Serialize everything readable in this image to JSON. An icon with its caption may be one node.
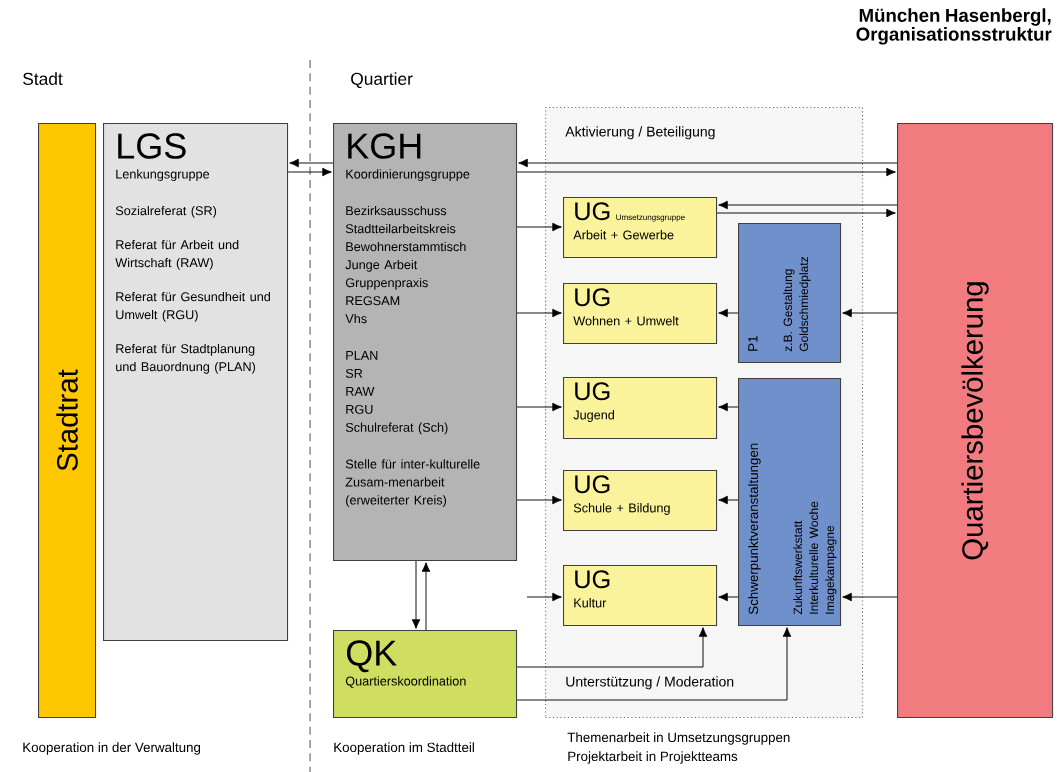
{
  "diagram": {
    "title": "München Hasenbergl, Organisationsstruktur",
    "nodes": [
      {
        "text": [
          "Stadtrat"
        ]
      },
      {
        "text": [
          "LGS",
          "Lenkungsgruppe",
          "Sozialreferat (SR)",
          "Referat für Arbeit und Wirtschaft (RAW)",
          "Referat für Gesundheit und Umwelt (RGU)",
          "Referat für Stadtplanung und Bauordnung (PLAN)"
        ]
      },
      {
        "text": [
          "KGH",
          "Koordinierungsgruppe",
          "Bezirksausschuss",
          "Stadtteilarbeitskreis",
          "Bewohnerstammtisch",
          "Junge Arbeit",
          "Gruppenpraxis",
          "REGSAM",
          "Vhs",
          "PLAN",
          "SR",
          "RAW",
          "RGU",
          "Schulreferat (Sch)",
          "Stelle für inter-kulturelle Zusam-menarbeit (erweiterter Kreis)"
        ]
      },
      {
        "text": [
          "QK",
          "Quartierskoordination"
        ]
      },
      {
        "text": [
          "Aktivierung / Beteiligung",
          "Unterstützung / Moderation"
        ]
      },
      {
        "text": [
          "UG",
          "Umsetzungsgruppe",
          "Arbeit + Gewerbe"
        ],
        "in": 4
      },
      {
        "text": [
          "UG",
          "Wohnen + Umwelt"
        ],
        "in": 4
      },
      {
        "text": [
          "UG",
          "Jugend"
        ],
        "in": 4
      },
      {
        "text": [
          "UG",
          "Schule + Bildung"
        ],
        "in": 4
      },
      {
        "text": [
          "UG",
          "Kultur"
        ],
        "in": 4
      },
      {
        "text": [
          "P1",
          "z.B. Gestaltung Goldschmiedplatz"
        ],
        "in": 4
      },
      {
        "text": [
          "Schwerpunktveranstaltungen",
          "Zukunftswerkstatt Interkulturelle Woche Imagekampagne"
        ],
        "in": 4
      },
      {
        "text": [
          "Quartiersbevölkerung"
        ]
      }
    ],
    "edges": [
      {
        "from": 2,
        "to": 1,
        "arrow": "to"
      },
      {
        "from": 1,
        "to": 2,
        "arrow": "to"
      },
      {
        "from": 12,
        "to": 2,
        "arrow": "to"
      },
      {
        "from": 2,
        "to": 12,
        "arrow": "to"
      },
      {
        "from": 12,
        "to": 5,
        "arrow": "to"
      },
      {
        "from": 5,
        "to": 12,
        "arrow": "to"
      },
      {
        "from": 2,
        "to": 5,
        "arrow": "to"
      },
      {
        "from": 2,
        "to": 6,
        "arrow": "to"
      },
      {
        "from": 2,
        "to": 7,
        "arrow": "to"
      },
      {
        "from": 2,
        "to": 8,
        "arrow": "to"
      },
      {
        "from": null,
        "to": 9,
        "arrow": "to"
      },
      {
        "from": 10,
        "to": 6,
        "arrow": "to"
      },
      {
        "from": 11,
        "to": 7,
        "arrow": "to"
      },
      {
        "from": 11,
        "to": 8,
        "arrow": "to"
      },
      {
        "from": 11,
        "to": 9,
        "arrow": "to"
      },
      {
        "from": 12,
        "to": 10,
        "arrow": "to"
      },
      {
        "from": 12,
        "to": 11,
        "arrow": "to"
      },
      {
        "from": 2,
        "to": 3,
        "arrow": "to"
      },
      {
        "from": 3,
        "to": 2,
        "arrow": "to"
      },
      {
        "from": 3,
        "to": 9,
        "arrow": "to"
      },
      {
        "from": 3,
        "to": 11,
        "arrow": "to"
      }
    ],
    "labels": [
      "Stadt",
      "Quartier",
      "Kooperation in der Verwaltung",
      "Kooperation im Stadtteil",
      "Themenarbeit in Umsetzungsgruppen",
      "Projektarbeit in Projektteams"
    ]
  }
}
